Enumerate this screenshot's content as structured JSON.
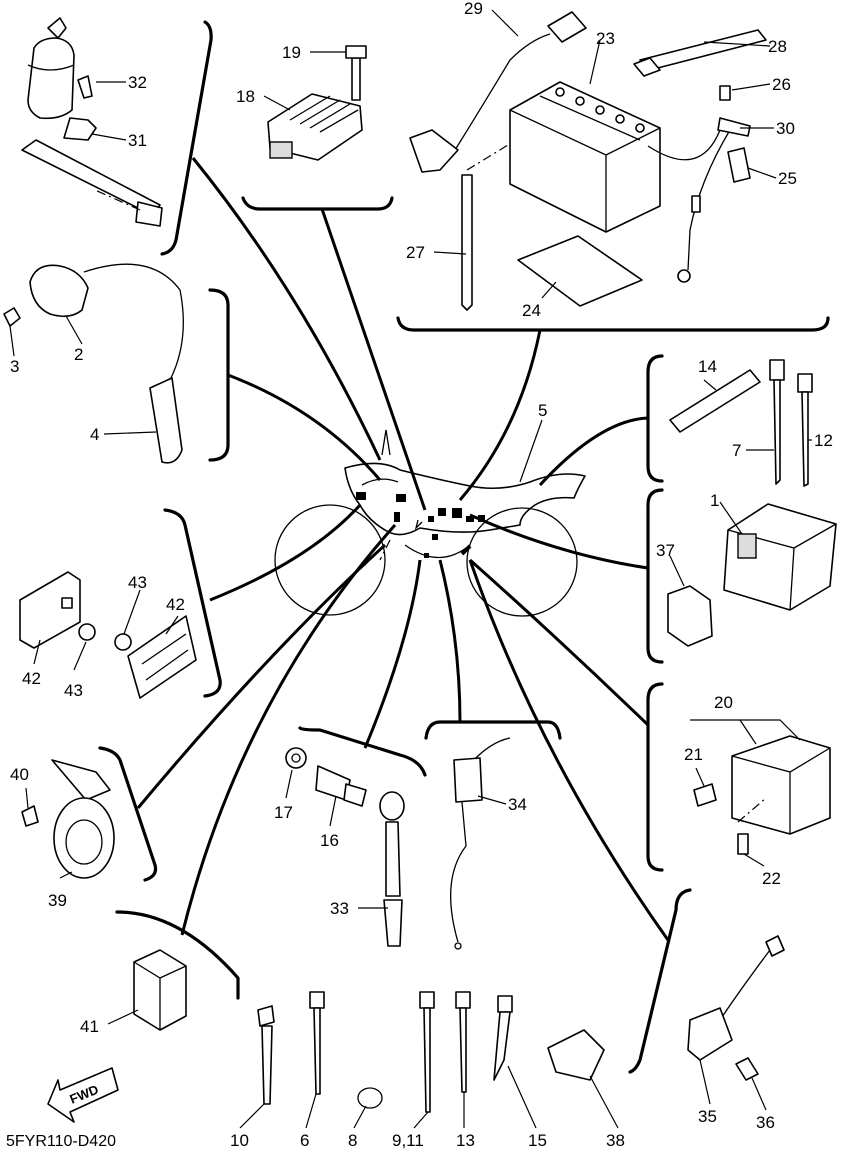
{
  "diagram": {
    "code": "5FYR110-D420",
    "fwd_label": "FWD",
    "callouts": {
      "c1": "1",
      "c2": "2",
      "c3": "3",
      "c4": "4",
      "c5": "5",
      "c6": "6",
      "c7": "7",
      "c8": "8",
      "c9_11": "9,11",
      "c10": "10",
      "c12": "12",
      "c13": "13",
      "c14": "14",
      "c15": "15",
      "c16": "16",
      "c17": "17",
      "c18": "18",
      "c19": "19",
      "c20": "20",
      "c21": "21",
      "c22": "22",
      "c23": "23",
      "c24": "24",
      "c25": "25",
      "c26": "26",
      "c27": "27",
      "c28": "28",
      "c29": "29",
      "c30": "30",
      "c31": "31",
      "c32": "32",
      "c33": "33",
      "c34": "34",
      "c35": "35",
      "c36": "36",
      "c37": "37",
      "c38": "38",
      "c39": "39",
      "c40": "40",
      "c41": "41",
      "c42a": "42",
      "c42b": "42",
      "c43a": "43",
      "c43b": "43"
    }
  }
}
